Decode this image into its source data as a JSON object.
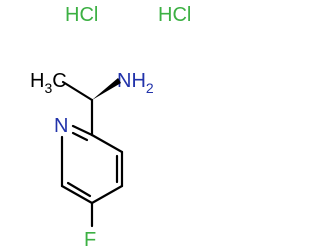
{
  "salt": {
    "label_1": "HCl",
    "label_2": "HCl",
    "color": "#3cb043"
  },
  "atoms": {
    "methyl": {
      "main": "H",
      "sub": "3",
      "tail": "C",
      "color": "#000000"
    },
    "amine": {
      "main": "NH",
      "sub": "2",
      "color": "#2233aa"
    },
    "ring_nitrogen": {
      "label": "N",
      "color": "#2233aa"
    },
    "fluorine": {
      "label": "F",
      "color": "#3cb043"
    }
  }
}
